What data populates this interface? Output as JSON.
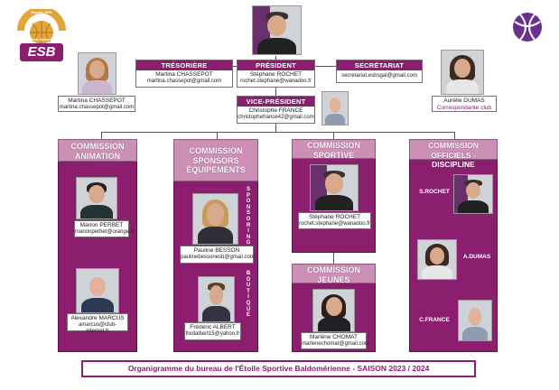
{
  "logo": {
    "top_text": "Depuis 1979",
    "arc_text": "Etoile Sportive",
    "letters": "ESB"
  },
  "president": {
    "title": "PRÉSIDENT",
    "name": "Stéphane ROCHET",
    "email": "rochet.stephane@wanadoo.fr"
  },
  "tresoriere": {
    "title": "TRÉSORIÈRE",
    "name": "Martina CHASSEPOT",
    "email": "martina.chassepot@gmail.com"
  },
  "secretariat": {
    "title": "SECRÉTARIAT",
    "email": "secretariat.esbsgal@gmail.com"
  },
  "vice_president": {
    "title": "VICE-PRÉSIDENT",
    "name": "Christophe FRANCE",
    "email": "christophefrance42@gmail.com"
  },
  "martina_card": {
    "name": "Martina CHASSEPOT",
    "email": "martina.chassepot@gmail.com"
  },
  "aurelie_card": {
    "name": "Aurélie DUMAS",
    "role": "Correspondante club"
  },
  "commissions": {
    "animation": {
      "title_lines": [
        "COMMISSION",
        "ANIMATION"
      ],
      "members": [
        {
          "name": "Marion PERBET",
          "email": "marionperbet@orange.fr"
        },
        {
          "name": "Alexandre MARCUS",
          "email": "amarcus@club-internet.fr"
        }
      ]
    },
    "sponsors": {
      "title_lines": [
        "COMMISSION",
        "SPONSORS",
        "ÉQUIPEMENTS"
      ],
      "side_top": [
        "S",
        "P",
        "O",
        "N",
        "S",
        "O",
        "R",
        "I",
        "N",
        "G"
      ],
      "side_bottom": [
        "B",
        "O",
        "U",
        "T",
        "I",
        "Q",
        "U",
        "E"
      ],
      "members": [
        {
          "name": "Pauline BESSON",
          "email": "paulinebessonesb@gmail.com"
        },
        {
          "name": "Frédéric ALBERT",
          "email": "fredalbert15@yahoo.fr"
        }
      ]
    },
    "sportive": {
      "title_lines": [
        "COMMISSION",
        "SPORTIVE"
      ],
      "members": [
        {
          "name": "Stéphane ROCHET",
          "email": "rochet.stephane@wanadoo.fr"
        }
      ]
    },
    "jeunes": {
      "title_lines": [
        "COMMISSION",
        "JEUNES"
      ],
      "members": [
        {
          "name": "Marlène CHOMAT",
          "email": "marlenechomat@gmail.com"
        }
      ]
    },
    "officiels": {
      "title_lines": [
        "COMMISSION",
        "OFFICIELS - DISCIPLINE"
      ],
      "labels": [
        "S.ROCHET",
        "A.DUMAS",
        "C.FRANCE"
      ]
    }
  },
  "footer": {
    "text": "Organigramme du bureau de l'Étoile Sportive Baldomérienne - SAISON 2023 / 2024"
  },
  "colors": {
    "primary": "#8b1e6e",
    "header_pink": "#cc8fb6",
    "line": "#555555"
  }
}
